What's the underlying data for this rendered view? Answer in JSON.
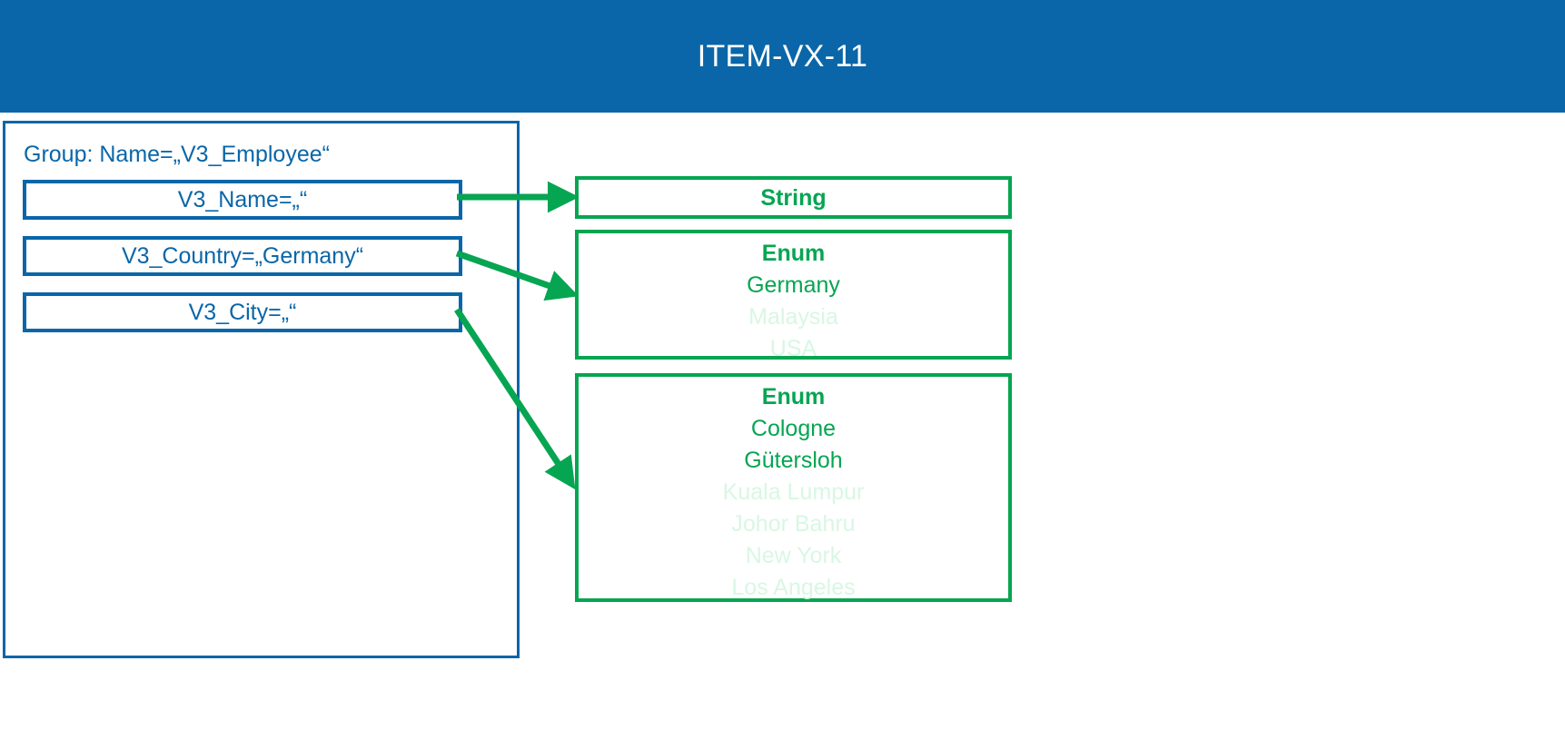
{
  "header": {
    "title": "ITEM-VX-11",
    "background_color": "#0A66A8",
    "text_color": "#FFFFFF"
  },
  "colors": {
    "blue": "#0A66A8",
    "green": "#06A552",
    "green_faded": "#D8F7E4",
    "background": "#FFFFFF"
  },
  "group": {
    "label": "Group: Name=„V3_Employee“",
    "fields": [
      {
        "label": "V3_Name=„“"
      },
      {
        "label": "V3_Country=„Germany“"
      },
      {
        "label": "V3_City=„“"
      }
    ]
  },
  "types": [
    {
      "name": "string-type",
      "heading": "String",
      "values": []
    },
    {
      "name": "country-enum-type",
      "heading": "Enum",
      "values": [
        {
          "label": "Germany",
          "state": "active"
        },
        {
          "label": "Malaysia",
          "state": "inactive"
        },
        {
          "label": "USA",
          "state": "inactive"
        }
      ]
    },
    {
      "name": "city-enum-type",
      "heading": "Enum",
      "values": [
        {
          "label": "Cologne",
          "state": "active"
        },
        {
          "label": "Gütersloh",
          "state": "active"
        },
        {
          "label": "Kuala Lumpur",
          "state": "inactive"
        },
        {
          "label": "Johor Bahru",
          "state": "inactive"
        },
        {
          "label": "New York",
          "state": "inactive"
        },
        {
          "label": "Los Angeles",
          "state": "inactive"
        }
      ]
    }
  ],
  "connectors": [
    {
      "name": "arrow-name-to-string",
      "from": "V3_Name",
      "to": "String"
    },
    {
      "name": "arrow-country-to-enum",
      "from": "V3_Country",
      "to": "Enum (countries)"
    },
    {
      "name": "arrow-city-to-enum",
      "from": "V3_City",
      "to": "Enum (cities)"
    }
  ]
}
